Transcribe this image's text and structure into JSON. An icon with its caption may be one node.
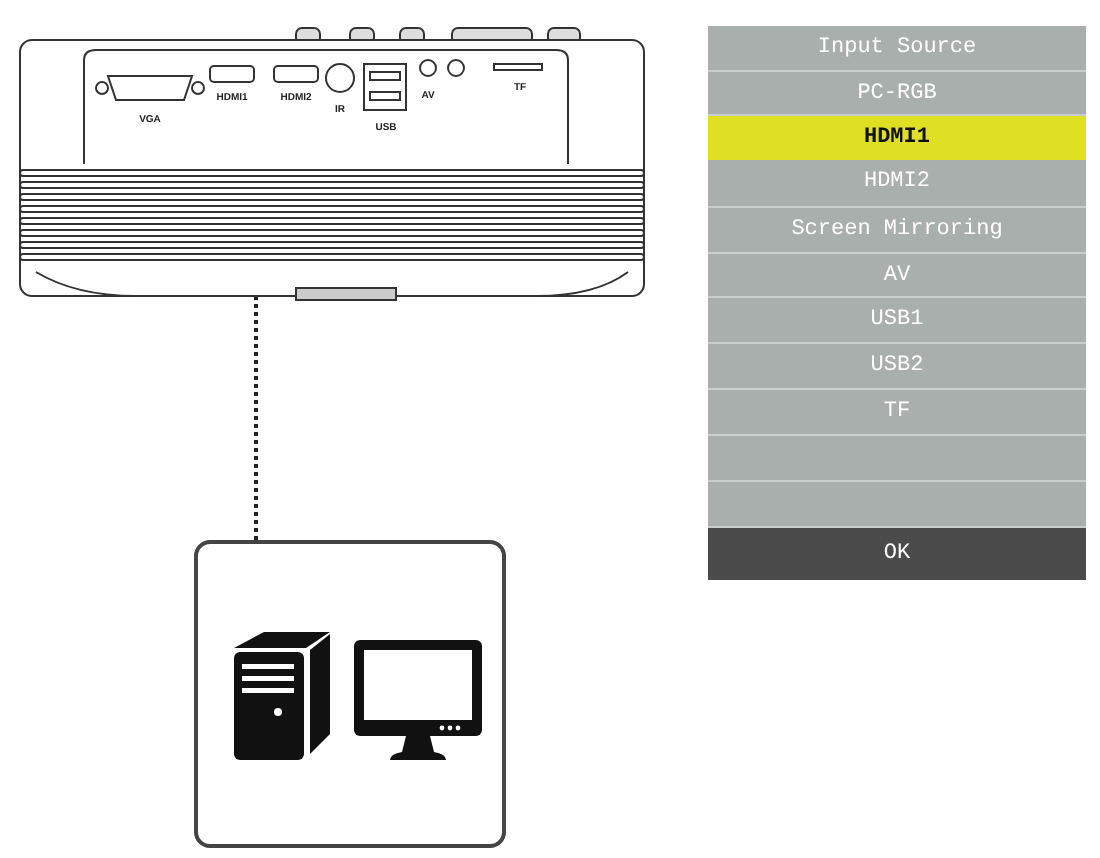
{
  "diagram": {
    "nodes": [
      {
        "text": [],
        "shape": "picture"
      },
      {
        "text": [],
        "shape": "box"
      }
    ],
    "edges": [
      {
        "from": 0,
        "to": 1,
        "arrow": "none",
        "style": "dashed"
      }
    ],
    "labels": [
      "VGA",
      "HDMI1",
      "HDMI2",
      "IR",
      "AV",
      "TF",
      "USB",
      "Input Source",
      "PC-RGB",
      "HDMI1",
      "HDMI2",
      "Screen Mirroring",
      "AV",
      "USB1",
      "USB2",
      "TF",
      "OK"
    ]
  }
}
